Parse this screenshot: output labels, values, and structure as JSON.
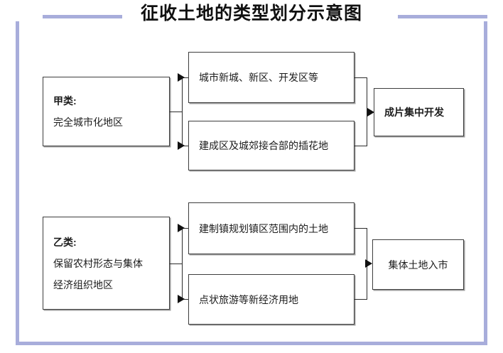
{
  "slide": {
    "title": "征收土地的类型划分示意图",
    "frame_color": "#a8addb",
    "box_border_color": "#3d3d3d",
    "connector_color": "#2b2b2b",
    "background": "#ffffff"
  },
  "groups": [
    {
      "id": "group-a",
      "category": {
        "heading": "甲类:",
        "description": "完全城市化地区"
      },
      "items": [
        "城市新城、新区、开发区等",
        "建成区及城郊接合部的插花地"
      ],
      "result": "成片集中开发"
    },
    {
      "id": "group-b",
      "category": {
        "heading": "乙类:",
        "description_line1": "保留农村形态与集体",
        "description_line2": "经济组织地区"
      },
      "items": [
        "建制镇规划镇区范围内的土地",
        "点状旅游等新经济用地"
      ],
      "result": "集体土地入市"
    }
  ]
}
